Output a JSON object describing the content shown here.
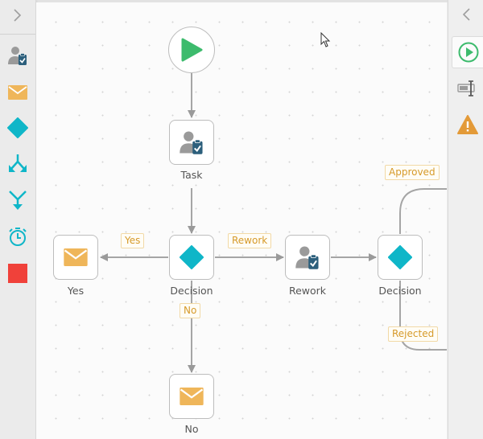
{
  "left_panel": {
    "collapse_icon": "chevron-right-icon",
    "palette": [
      {
        "name": "task",
        "icon": "user-task-icon"
      },
      {
        "name": "email",
        "icon": "envelope-icon"
      },
      {
        "name": "decision",
        "icon": "diamond-icon"
      },
      {
        "name": "split",
        "icon": "split-arrows-icon"
      },
      {
        "name": "merge",
        "icon": "merge-arrows-icon"
      },
      {
        "name": "timer",
        "icon": "stopwatch-icon"
      },
      {
        "name": "end",
        "icon": "stop-square-icon"
      }
    ]
  },
  "right_panel": {
    "collapse_icon": "chevron-left-icon",
    "items": [
      {
        "name": "run",
        "icon": "play-circle-icon",
        "active": true
      },
      {
        "name": "properties",
        "icon": "text-field-icon",
        "active": false
      },
      {
        "name": "warnings",
        "icon": "warning-icon",
        "active": false
      }
    ]
  },
  "colors": {
    "start_green": "#3dbb6d",
    "decision_teal": "#0fb6c8",
    "email_orange": "#efb65a",
    "task_blue": "#2c5f7c",
    "edge_label_text": "#d69a2a",
    "end_red": "#f0413a",
    "warning_orange": "#e39a38"
  },
  "nodes": {
    "task": {
      "label": "Task"
    },
    "decision1": {
      "label": "Decision"
    },
    "yes": {
      "label": "Yes"
    },
    "no": {
      "label": "No"
    },
    "rework": {
      "label": "Rework"
    },
    "decision2": {
      "label": "Decision"
    }
  },
  "edge_labels": {
    "yes": "Yes",
    "no": "No",
    "rework": "Rework",
    "approved": "Approved",
    "rejected": "Rejected"
  }
}
